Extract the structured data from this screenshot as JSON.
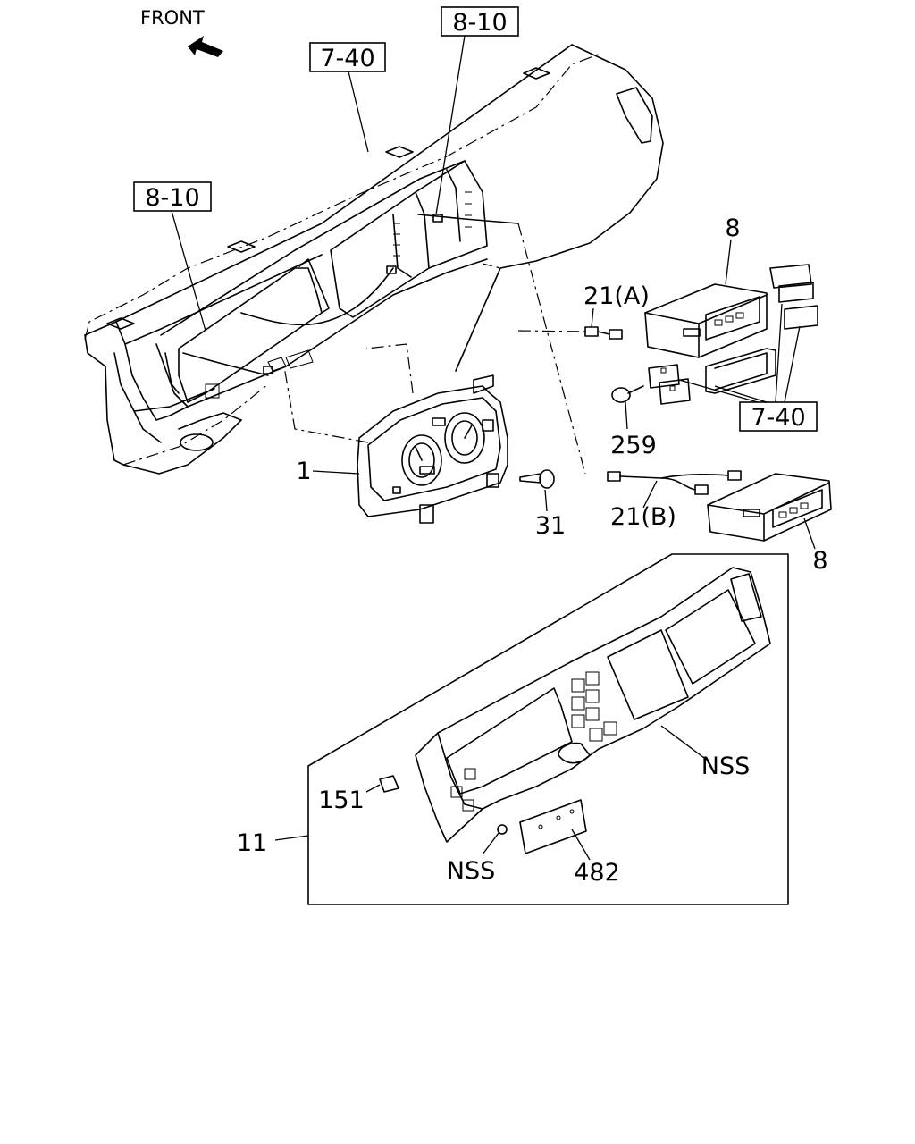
{
  "front_label": "FRONT",
  "ref_boxes": {
    "top_center": "8-10",
    "top_left_panel": "7-40",
    "left": "8-10",
    "right": "7-40"
  },
  "callouts": {
    "part_8_upper": "8",
    "part_21a": "21(A)",
    "part_259": "259",
    "part_1": "1",
    "part_31": "31",
    "part_21b": "21(B)",
    "part_8_lower": "8",
    "part_nss_right": "NSS",
    "part_151": "151",
    "part_11": "11",
    "part_nss_lower": "NSS",
    "part_482": "482"
  }
}
